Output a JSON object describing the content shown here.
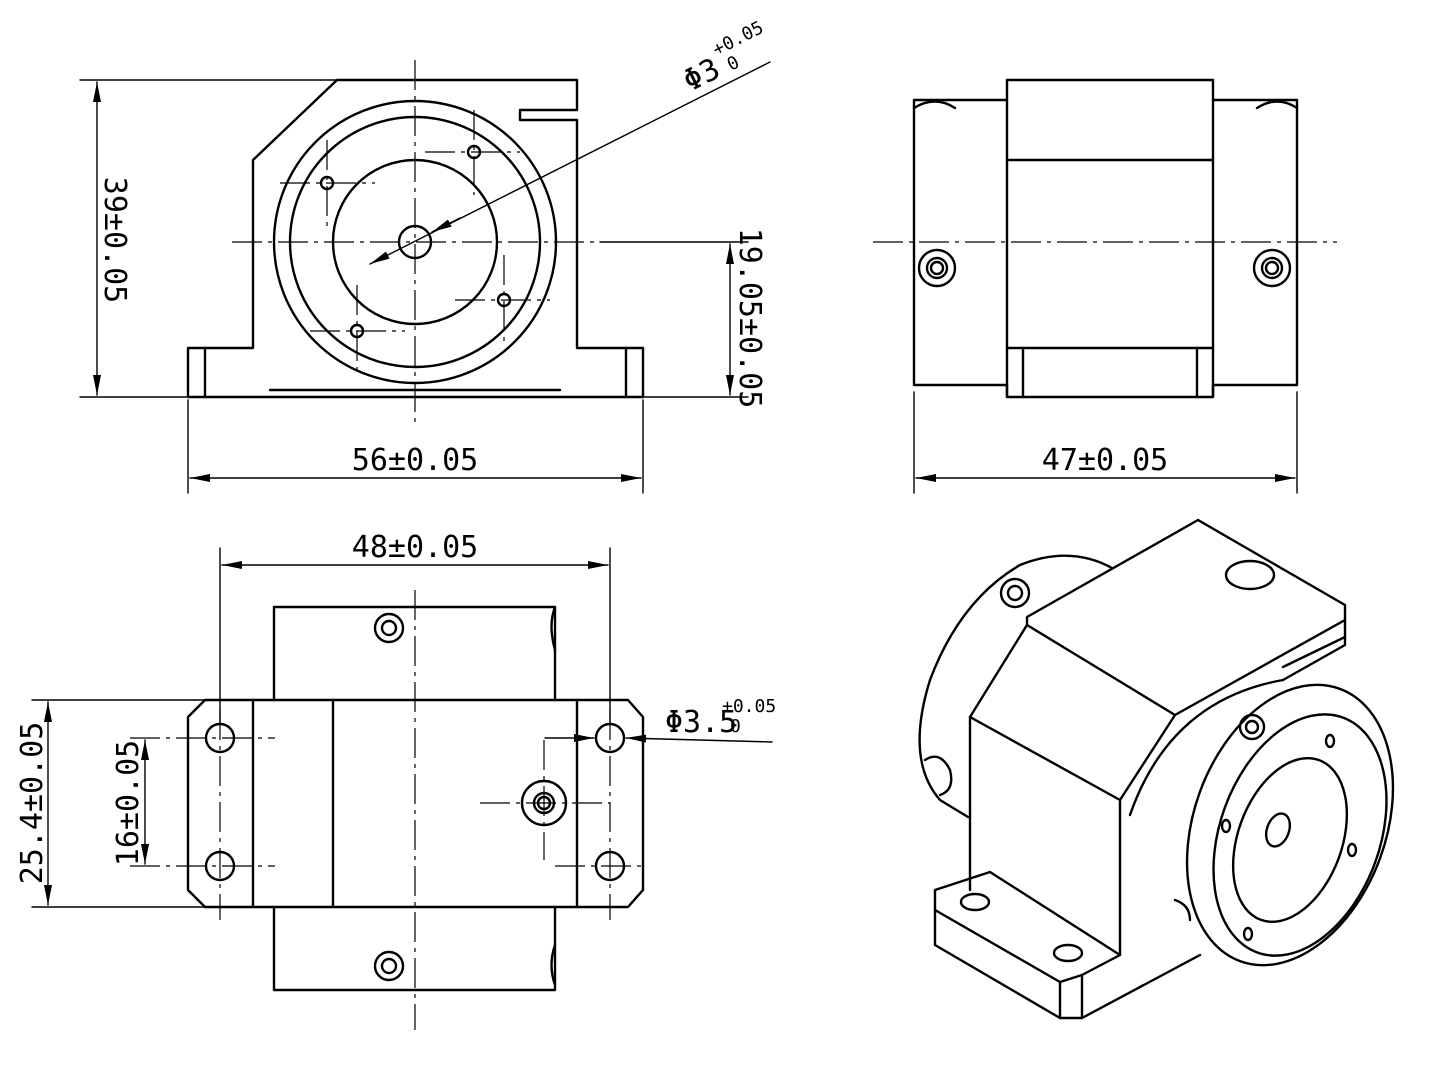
{
  "front_view": {
    "height_dim": "39±0.05",
    "width_dim": "56±0.05",
    "axis_height_dim": "19.05±0.05",
    "bore_dim": "Φ3",
    "bore_tol_upper": "+0.05",
    "bore_tol_lower": "0"
  },
  "side_view": {
    "width_dim": "47±0.05"
  },
  "top_view": {
    "width_dim": "48±0.05",
    "height_dim": "25.4±0.05",
    "hole_spacing_dim": "16±0.05",
    "hole_dim": "Φ3.5",
    "hole_tol_upper": "+0.05",
    "hole_tol_lower": "0"
  }
}
